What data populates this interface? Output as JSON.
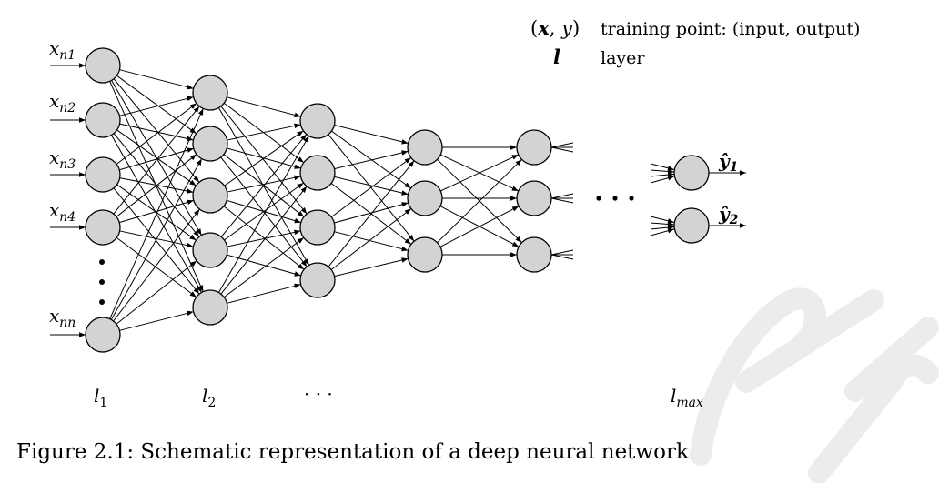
{
  "legend": {
    "training_point_symbol_open": "(",
    "training_point_symbol_x": "x",
    "training_point_symbol_sep": ", ",
    "training_point_symbol_y": "y",
    "training_point_symbol_close": ")",
    "training_point_desc": "training point: (input, output)",
    "layer_symbol": "l",
    "layer_desc": "layer"
  },
  "inputs": [
    {
      "base": "x",
      "sub": "n1"
    },
    {
      "base": "x",
      "sub": "n2"
    },
    {
      "base": "x",
      "sub": "n3"
    },
    {
      "base": "x",
      "sub": "n4"
    },
    {
      "base": "x",
      "sub": "nn"
    }
  ],
  "outputs": [
    {
      "base": "ŷ",
      "sub": "1"
    },
    {
      "base": "ŷ",
      "sub": "2"
    }
  ],
  "layer_labels": [
    {
      "base": "l",
      "sub": "1"
    },
    {
      "base": "l",
      "sub": "2"
    },
    {
      "base": "· · ·",
      "sub": ""
    },
    {
      "base": "l",
      "sub": "max"
    }
  ],
  "ellipsis_between_layers": "· · ·",
  "caption": "Figure 2.1: Schematic representation of a deep neural network",
  "colors": {
    "node_fill": "#d3d3d3",
    "stroke": "#000000",
    "watermark": "#ececec"
  }
}
